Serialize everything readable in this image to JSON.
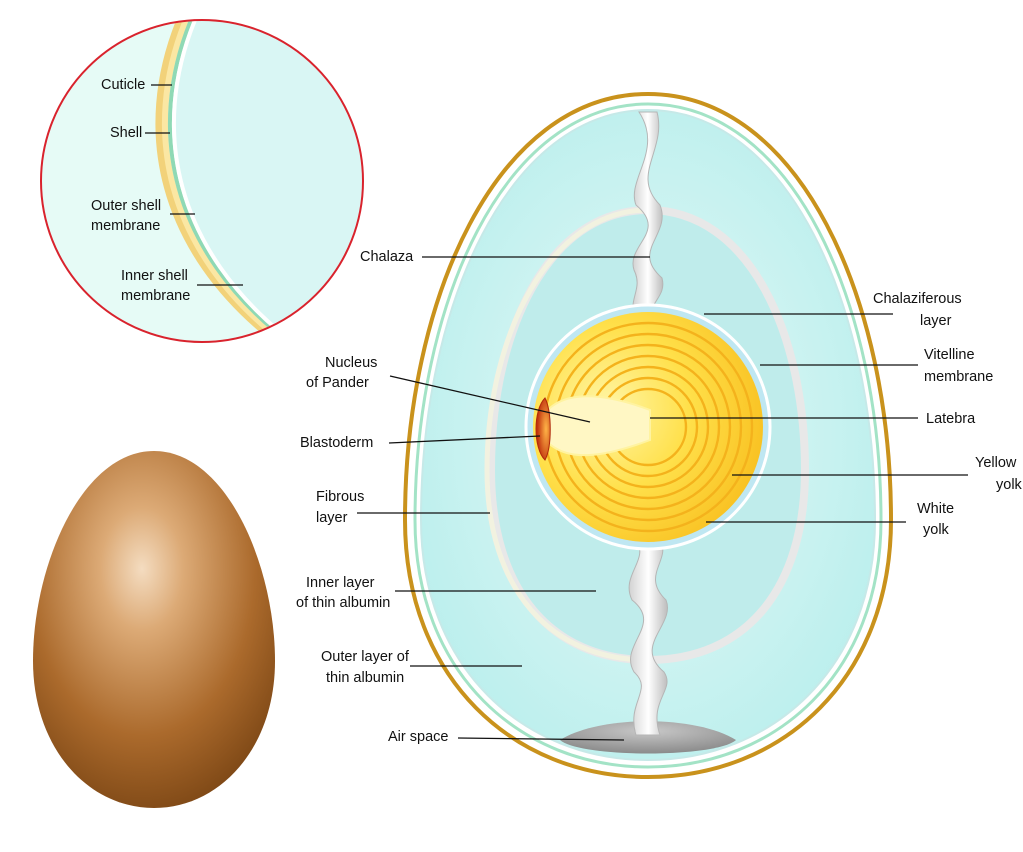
{
  "colors": {
    "albumen": "#cdf3f2",
    "yolk": "#ffd633",
    "yolk_light": "#fff27a",
    "shell_line": "#c9921c",
    "membrane": "#8fd9b5",
    "zoom_border": "#d9232d",
    "egg_brown": "#9a5a1f"
  },
  "zoom_labels": {
    "cuticle": "Cuticle",
    "shell": "Shell",
    "outer_membrane_1": "Outer shell",
    "outer_membrane_2": "membrane",
    "inner_membrane_1": "Inner shell",
    "inner_membrane_2": "membrane"
  },
  "labels": {
    "chalaza": "Chalaza",
    "chalaziferous_1": "Chalaziferous",
    "chalaziferous_2": "layer",
    "nucleus_1": "Nucleus",
    "nucleus_2": "of Pander",
    "vitelline_1": "Vitelline",
    "vitelline_2": "membrane",
    "latebra": "Latebra",
    "blastoderm": "Blastoderm",
    "yellow_yolk_1": "Yellow",
    "yellow_yolk_2": "yolk",
    "fibrous_1": "Fibrous",
    "fibrous_2": "layer",
    "white_yolk_1": "White",
    "white_yolk_2": "yolk",
    "inner_thin_1": "Inner layer",
    "inner_thin_2": "of thin albumin",
    "outer_thin_1": "Outer layer of",
    "outer_thin_2": "thin albumin",
    "air_space": "Air space"
  }
}
